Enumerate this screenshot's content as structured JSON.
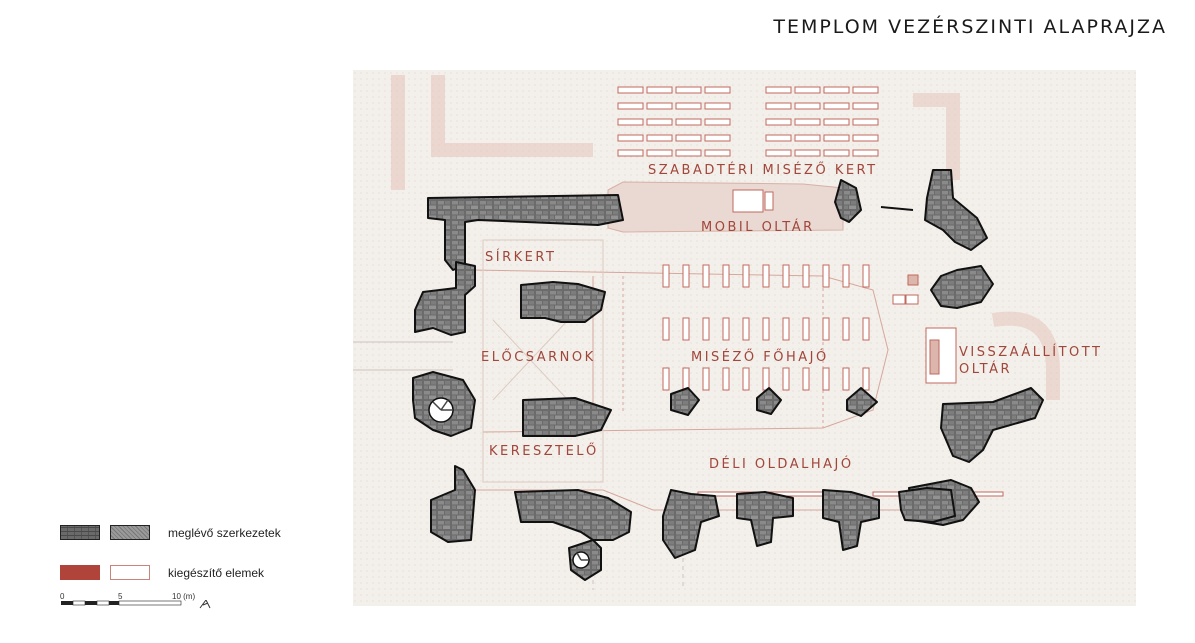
{
  "title": "TEMPLOM VEZÉRSZINTI ALAPRAJZA",
  "labels": {
    "garden": "SZABADTÉRI MISÉZŐ KERT",
    "mobile_altar": "MOBIL OLTÁR",
    "cemetery": "SÍRKERT",
    "vestibule": "ELŐCSARNOK",
    "nave": "MISÉZŐ FŐHAJÓ",
    "restored_altar_1": "VISSZAÁLLÍTOTT",
    "restored_altar_2": "OLTÁR",
    "baptistery": "KERESZTELŐ",
    "south_aisle": "DÉLI OLDALHAJÓ"
  },
  "legend": {
    "existing": "meglévő szerkezetek",
    "added": "kiegészítő elemek"
  },
  "scale": {
    "zero": "0",
    "five": "5",
    "ten": "10 (m)"
  },
  "colors": {
    "stone": "#5e5e5e",
    "accent_red": "#a0463a",
    "plan_bg": "#f3efea"
  }
}
